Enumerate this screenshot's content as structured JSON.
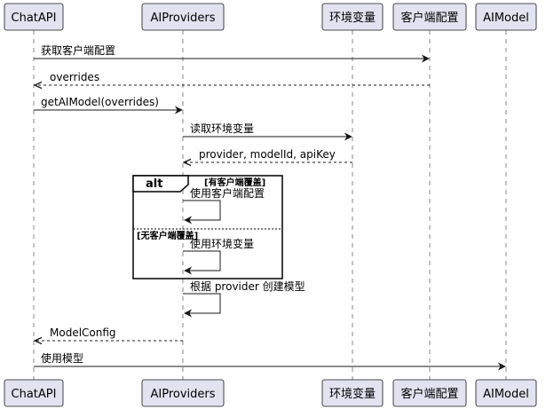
{
  "participants": [
    {
      "id": "chatapi",
      "label": "ChatAPI"
    },
    {
      "id": "aiproviders",
      "label": "AIProviders"
    },
    {
      "id": "env",
      "label": "环境变量"
    },
    {
      "id": "clientconfig",
      "label": "客户端配置"
    },
    {
      "id": "aimodel",
      "label": "AIModel"
    }
  ],
  "messages": [
    {
      "from": "chatapi",
      "to": "clientconfig",
      "label": "获取客户端配置",
      "dashed": false
    },
    {
      "from": "clientconfig",
      "to": "chatapi",
      "label": "overrides",
      "dashed": true
    },
    {
      "from": "chatapi",
      "to": "aiproviders",
      "label": "getAIModel(overrides)",
      "dashed": false
    },
    {
      "from": "aiproviders",
      "to": "env",
      "label": "读取环境变量",
      "dashed": false
    },
    {
      "from": "env",
      "to": "aiproviders",
      "label": "provider, modelId, apiKey",
      "dashed": true
    },
    {
      "from": "aiproviders",
      "to": "aiproviders",
      "label": "使用客户端配置",
      "dashed": false
    },
    {
      "from": "aiproviders",
      "to": "aiproviders",
      "label": "使用环境变量",
      "dashed": false
    },
    {
      "from": "aiproviders",
      "to": "aiproviders",
      "label": "根据 provider 创建模型",
      "dashed": false
    },
    {
      "from": "aiproviders",
      "to": "chatapi",
      "label": "ModelConfig",
      "dashed": true
    },
    {
      "from": "chatapi",
      "to": "aimodel",
      "label": "使用模型",
      "dashed": false
    }
  ],
  "alt": {
    "title": "alt",
    "guard_1": "[有客户端覆盖]",
    "guard_2": "[无客户端覆盖]"
  }
}
